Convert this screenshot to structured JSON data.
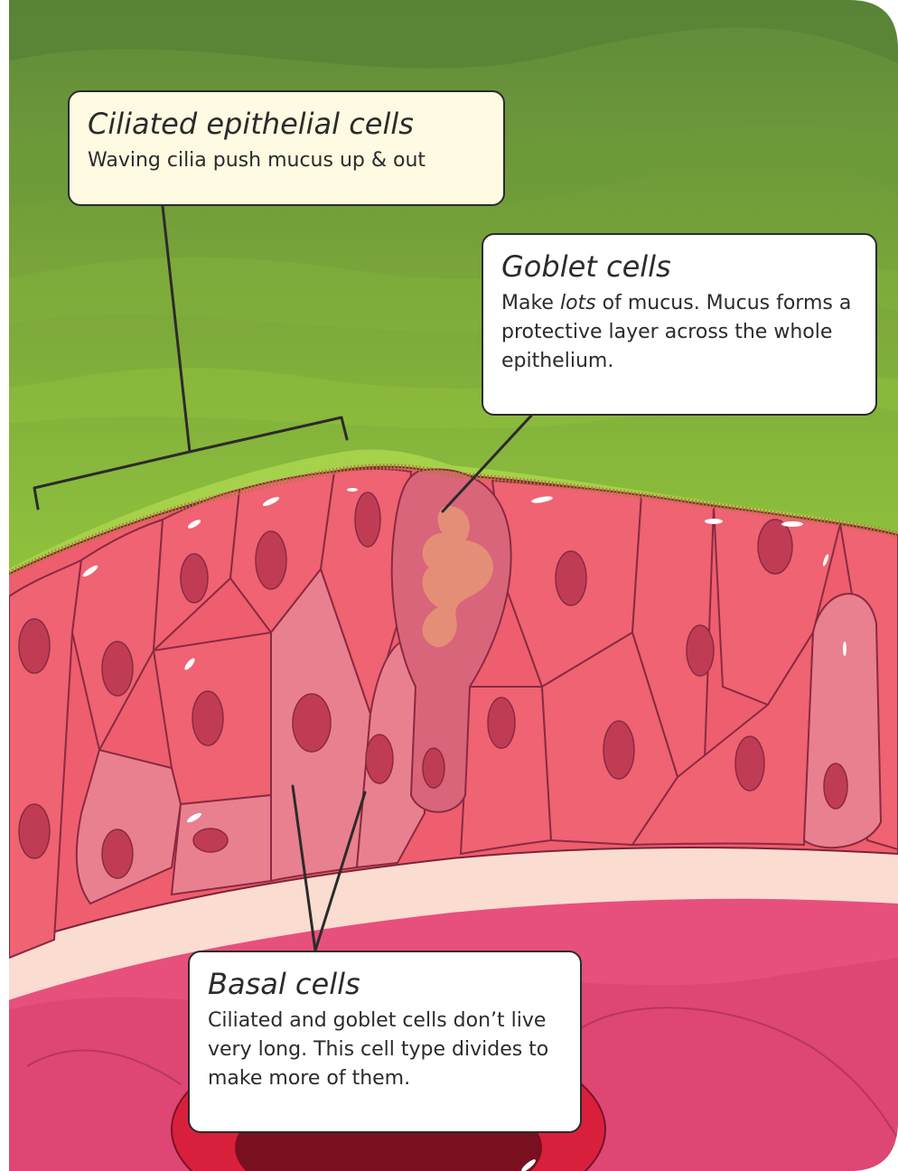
{
  "colors": {
    "mucus_green": "#8cc43f",
    "epithelial_cell": "#ef5f6f",
    "basal_cell": "#e98090",
    "goblet_cell": "#d9657a",
    "mucus_granules": "#e48e78",
    "nucleus": "#c03c55",
    "basement_membrane": "#fbdcd1",
    "connective_tissue": "#e7507c",
    "blood_vessel": "#d8203d",
    "callout_fill_highlight": "#fffbe2"
  },
  "callouts": {
    "ciliated": {
      "title": "Ciliated epithelial cells",
      "body": "Waving cilia push mucus up & out"
    },
    "goblet": {
      "title": "Goblet cells",
      "body_before": "Make ",
      "body_emphasis": "lots",
      "body_after": " of mucus. Mucus forms a protective layer across the whole epithelium."
    },
    "basal": {
      "title": "Basal cells",
      "body": "Ciliated and goblet cells don’t live very long. This cell type divides to make more of them."
    }
  }
}
